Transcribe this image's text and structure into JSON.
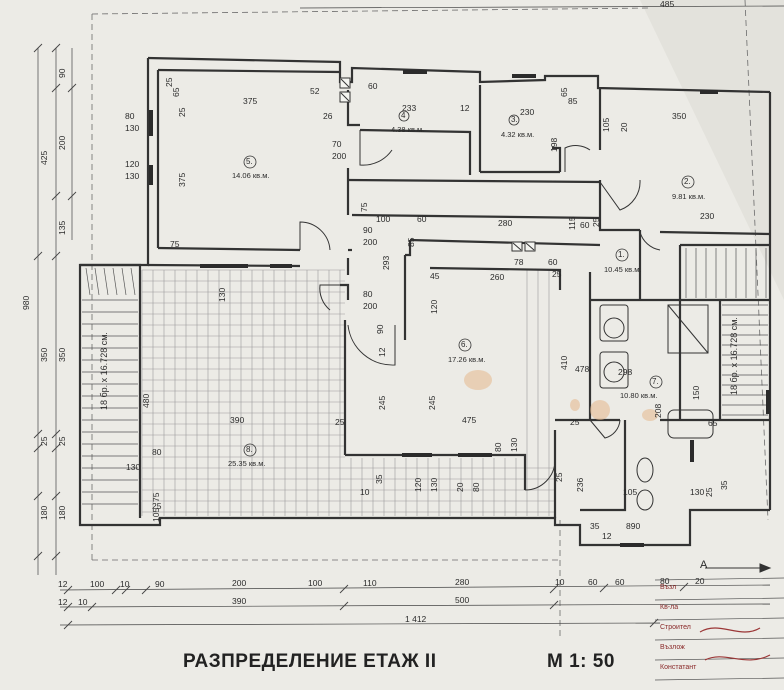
{
  "drawing": {
    "title": "РАЗПРЕДЕЛЕНИЕ ЕТАЖ II",
    "scale": "М 1: 50",
    "section_mark": "А"
  },
  "rooms": [
    {
      "id": "r5",
      "num": "5.",
      "area": "14.06 кв.м."
    },
    {
      "id": "r4",
      "num": "4",
      "area": "4.38 кв.м."
    },
    {
      "id": "r3",
      "num": "3.",
      "area": "4.32 кв.м."
    },
    {
      "id": "r2",
      "num": "2.",
      "area": "9.81 кв.м."
    },
    {
      "id": "r1",
      "num": "1.",
      "area": "10.45 кв.м."
    },
    {
      "id": "r6",
      "num": "6.",
      "area": "17.26 кв.м."
    },
    {
      "id": "r7",
      "num": "7.",
      "area": "10.80 кв.м."
    },
    {
      "id": "r8",
      "num": "8.",
      "area": "25.35 кв.м."
    }
  ],
  "stairs": {
    "left_label": "18 бр. х 16.728 см.",
    "right_label": "18 бр. х 16.728 см."
  },
  "dimensions": {
    "top_total": "485",
    "left_chain": [
      "90",
      "200",
      "425",
      "135",
      "350",
      "350",
      "980",
      "480",
      "25",
      "25",
      "180",
      "180"
    ],
    "bottom_row1": [
      "12",
      "100",
      "10",
      "90",
      "200",
      "100",
      "110",
      "280",
      "10",
      "60",
      "60",
      "80",
      "20"
    ],
    "bottom_row2": [
      "12",
      "10",
      "390",
      "500"
    ],
    "bottom_total": "1 412",
    "interior": [
      "375",
      "52",
      "60",
      "233",
      "12",
      "230",
      "85",
      "350",
      "65",
      "25",
      "80",
      "130",
      "120",
      "130",
      "25",
      "65",
      "375",
      "26",
      "4.38",
      "70",
      "200",
      "198",
      "105",
      "20",
      "75",
      "100",
      "60",
      "280",
      "115",
      "25",
      "60",
      "230",
      "90",
      "200",
      "85",
      "78",
      "60",
      "25",
      "75",
      "45",
      "260",
      "80",
      "200",
      "120",
      "12",
      "90",
      "293",
      "410",
      "245",
      "245",
      "475",
      "25",
      "390",
      "25",
      "35",
      "80",
      "130",
      "120",
      "130",
      "20",
      "80",
      "25",
      "236",
      "478",
      "298",
      "208",
      "150",
      "65",
      "105",
      "130",
      "25",
      "35",
      "35",
      "890",
      "12",
      "10",
      "105",
      "25",
      "75",
      "130",
      "80",
      "130"
    ]
  },
  "stamp": {
    "lines": [
      "Възл",
      "Кв-ла",
      "Строител",
      "Възлож",
      "Констатант"
    ]
  }
}
